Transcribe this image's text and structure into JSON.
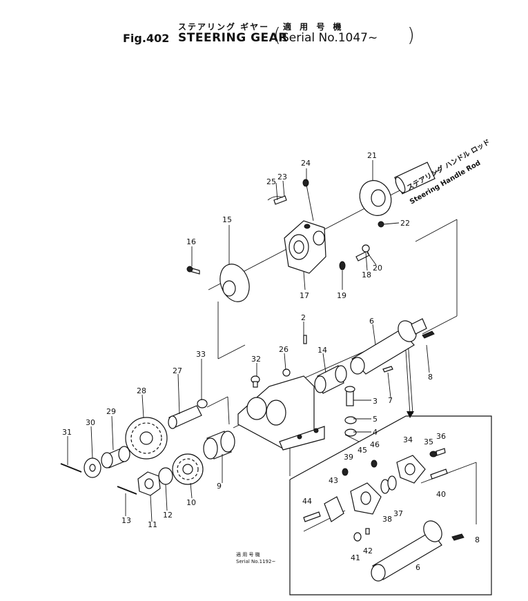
{
  "header": {
    "jp_title": "ステアリング ギヤー",
    "jp_applicable": "適 用 号 機",
    "fig_number": "Fig.402",
    "en_title": "STEERING GEAR",
    "serial_text": "Serial No.1047~",
    "paren_open": "(",
    "paren_close": ")"
  },
  "annotations": {
    "rod_jp": "ステアリング ハンドル ロッド",
    "rod_en": "Steering Handle Rod",
    "inset_jp": "適 用 号 機",
    "inset_serial": "Serial No.1192~"
  },
  "callouts": [
    {
      "id": "c1",
      "label": "2"
    },
    {
      "id": "c2",
      "label": "3"
    },
    {
      "id": "c3",
      "label": "4"
    },
    {
      "id": "c4",
      "label": "5"
    },
    {
      "id": "c5",
      "label": "6"
    },
    {
      "id": "c6",
      "label": "7"
    },
    {
      "id": "c7",
      "label": "8"
    },
    {
      "id": "c8",
      "label": "9"
    },
    {
      "id": "c9",
      "label": "10"
    },
    {
      "id": "c10",
      "label": "11"
    },
    {
      "id": "c11",
      "label": "12"
    },
    {
      "id": "c12",
      "label": "13"
    },
    {
      "id": "c13",
      "label": "14"
    },
    {
      "id": "c14",
      "label": "15"
    },
    {
      "id": "c15",
      "label": "16"
    },
    {
      "id": "c16",
      "label": "17"
    },
    {
      "id": "c17",
      "label": "18"
    },
    {
      "id": "c18",
      "label": "19"
    },
    {
      "id": "c19",
      "label": "20"
    },
    {
      "id": "c20",
      "label": "21"
    },
    {
      "id": "c21",
      "label": "22"
    },
    {
      "id": "c22",
      "label": "23"
    },
    {
      "id": "c23",
      "label": "24"
    },
    {
      "id": "c24",
      "label": "25"
    },
    {
      "id": "c25",
      "label": "26"
    },
    {
      "id": "c26",
      "label": "27"
    },
    {
      "id": "c27",
      "label": "28"
    },
    {
      "id": "c28",
      "label": "29"
    },
    {
      "id": "c29",
      "label": "30"
    },
    {
      "id": "c30",
      "label": "31"
    },
    {
      "id": "c31",
      "label": "32"
    },
    {
      "id": "c32",
      "label": "33"
    },
    {
      "id": "c33",
      "label": "34"
    },
    {
      "id": "c34",
      "label": "35"
    },
    {
      "id": "c35",
      "label": "36"
    },
    {
      "id": "c36",
      "label": "37"
    },
    {
      "id": "c37",
      "label": "38"
    },
    {
      "id": "c38",
      "label": "39"
    },
    {
      "id": "c39",
      "label": "40"
    },
    {
      "id": "c40",
      "label": "41"
    },
    {
      "id": "c41",
      "label": "42"
    },
    {
      "id": "c42",
      "label": "43"
    },
    {
      "id": "c43",
      "label": "44"
    },
    {
      "id": "c44",
      "label": "45"
    },
    {
      "id": "c45",
      "label": "46"
    },
    {
      "id": "c46",
      "label": "6"
    },
    {
      "id": "c47",
      "label": "8"
    }
  ]
}
